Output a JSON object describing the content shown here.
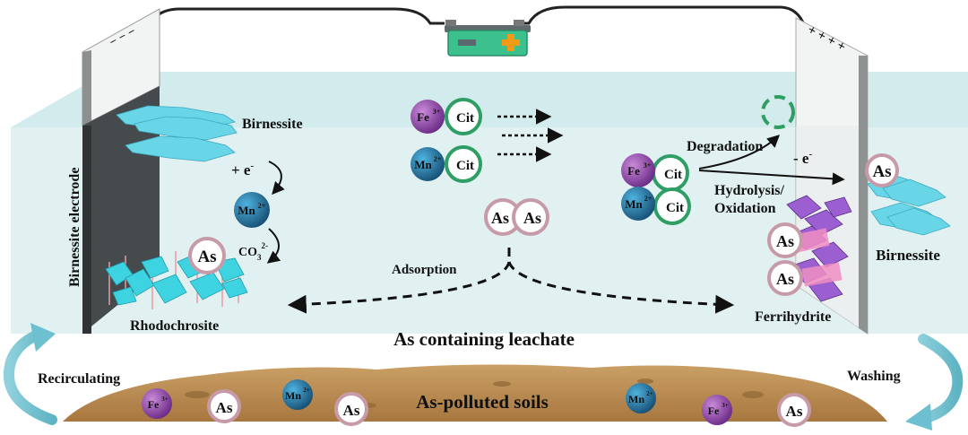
{
  "labels": {
    "birnessite_top": "Birnessite",
    "plus_e": "+ e",
    "plus_e_sup": "-",
    "mn_ion": "Mn",
    "mn_sup": "2+",
    "co3": "CO",
    "co3_sub": "3",
    "co3_sup": "2-",
    "as": "As",
    "rhodochrosite": "Rhodochrosite",
    "electrode_vertical": "Birnessite electrode",
    "fe_ion": "Fe",
    "fe_sup": "3+",
    "cit": "Cit",
    "adsorption": "Adsorption",
    "degradation": "Degradation",
    "minus_e": "- e",
    "minus_e_sup": "-",
    "hydrolysis": "Hydrolysis/",
    "oxidation": "Oxidation",
    "birnessite_right": "Birnessite",
    "ferrihydrite": "Ferrihydrite",
    "leachate": "As containing leachate",
    "recirculating": "Recirculating",
    "washing": "Washing",
    "soils": "As-polluted soils",
    "battery_minus": "−",
    "battery_plus": "+",
    "electrode_minus": "− − −",
    "electrode_plus": "+ + + +"
  },
  "colors": {
    "fe": "#8a3f9e",
    "mn": "#1e6d99",
    "cit_ring": "#2f9e64",
    "as_ring": "#c79aa8",
    "water": "#dcefef",
    "soil": "#b58a4c",
    "crystal": "#69d6e8",
    "ferrihydrite": "#9b5fd1",
    "battery": "#3cc08e",
    "plus_orange": "#f39b16"
  }
}
